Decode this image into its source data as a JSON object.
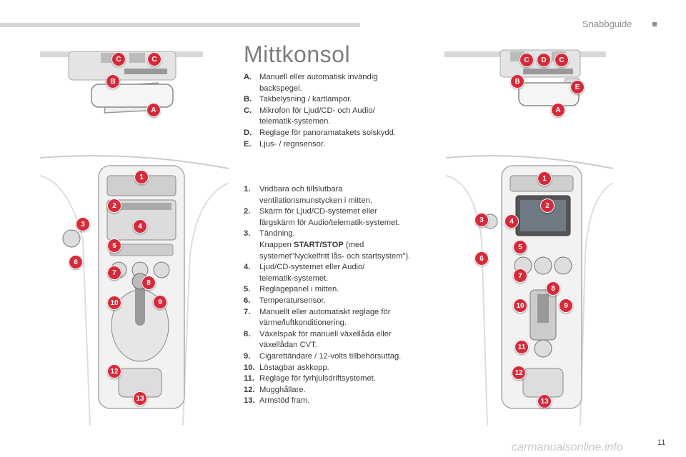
{
  "header": {
    "section_title": "Snabbguide"
  },
  "page_title": "Mittkonsol",
  "letter_items": [
    {
      "key": "A.",
      "lines": [
        "Manuell eller automatisk invändig",
        "backspegel."
      ]
    },
    {
      "key": "B.",
      "lines": [
        "Takbelysning / kartlampor."
      ]
    },
    {
      "key": "C.",
      "lines": [
        "Mikrofon för Ljud/CD- och Audio/",
        "telematik-systemen."
      ]
    },
    {
      "key": "D.",
      "lines": [
        "Reglage för panoramatakets solskydd."
      ]
    },
    {
      "key": "E.",
      "lines": [
        "Ljus- / regnsensor."
      ]
    }
  ],
  "number_items": [
    {
      "key": "1.",
      "lines": [
        "Vridbara och tillslutbara",
        "ventilationsmunstycken i mitten."
      ]
    },
    {
      "key": "2.",
      "lines": [
        "Skärm för Ljud/CD-systemet eller",
        "färgskärm för Audio/telematik-systemet."
      ]
    },
    {
      "key": "3.",
      "lines": [
        "Tändning."
      ]
    },
    {
      "key": "",
      "pre": "Knappen ",
      "bold": "START/STOP",
      "post": " (med",
      "lines": [
        "systemet\"Nyckelfritt lås- och startsystem\")."
      ]
    },
    {
      "key": "4.",
      "lines": [
        "Ljud/CD-systemet eller Audio/",
        "telematik-systemet."
      ]
    },
    {
      "key": "5.",
      "lines": [
        "Reglagepanel i mitten."
      ]
    },
    {
      "key": "6.",
      "lines": [
        "Temperatursensor."
      ]
    },
    {
      "key": "7.",
      "lines": [
        "Manuellt eller automatiskt reglage för",
        "värme/luftkonditionering."
      ]
    },
    {
      "key": "8.",
      "lines": [
        "Växelspak för manuell växellåda eller",
        "växellådan CVT."
      ]
    },
    {
      "key": "9.",
      "lines": [
        "Cigarettändare / 12-volts tillbehörsuttag."
      ]
    },
    {
      "key": "10.",
      "lines": [
        "Löstagbar askkopp."
      ]
    },
    {
      "key": "11.",
      "lines": [
        "Reglage för fyrhjulsdriftsystemet."
      ]
    },
    {
      "key": "12.",
      "lines": [
        "Mugghållare."
      ]
    },
    {
      "key": "13.",
      "lines": [
        "Armstöd fram."
      ]
    }
  ],
  "badges_top_left": [
    "C",
    "C",
    "B",
    "A"
  ],
  "badges_top_right": [
    "C",
    "D",
    "C",
    "B",
    "E",
    "A"
  ],
  "badges_console_left": [
    "1",
    "2",
    "3",
    "4",
    "5",
    "6",
    "7",
    "8",
    "9",
    "10",
    "12",
    "13"
  ],
  "badges_console_right": [
    "1",
    "2",
    "3",
    "4",
    "5",
    "6",
    "7",
    "8",
    "9",
    "10",
    "11",
    "12",
    "13"
  ],
  "page_number": "11",
  "watermark": "carmanualsonline.info",
  "colors": {
    "badge": "#d52a3a",
    "title": "#7a7d80",
    "topbar": "#d4d6d9"
  }
}
